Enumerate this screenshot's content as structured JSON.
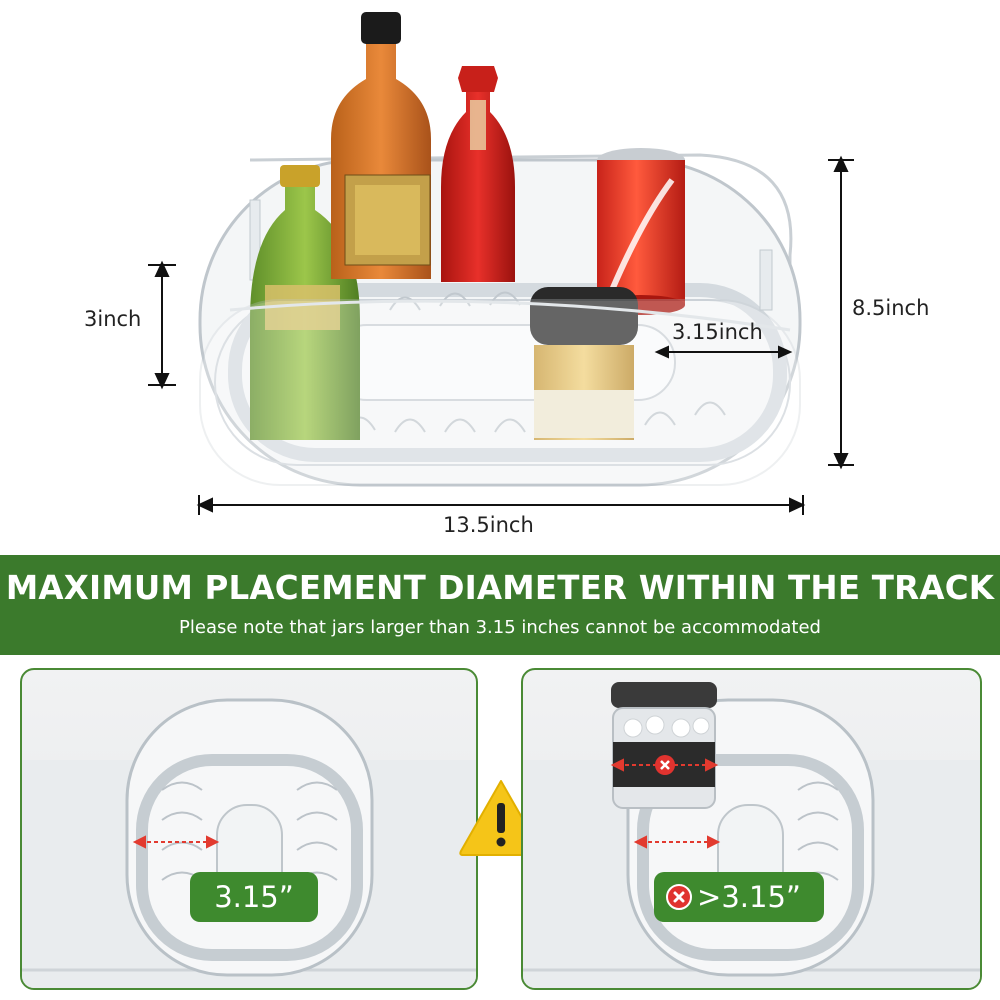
{
  "dimensions": {
    "height_left": "3inch",
    "track_width": "3.15inch",
    "height_right": "8.5inch",
    "length": "13.5inch"
  },
  "banner": {
    "title": "MAXIMUM PLACEMENT DIAMETER WITHIN THE TRACK",
    "subtitle": "Please note that jars larger than 3.15 inches cannot be accommodated"
  },
  "panels": {
    "left_label": "3.15”",
    "right_label": ">3.15”"
  },
  "colors": {
    "banner": "#3b7a2c",
    "pill": "#3e8a2e",
    "warning": "#f5c518",
    "error": "#e0332f"
  },
  "icons": {
    "warning": "warning-icon",
    "error": "x-circle-icon"
  }
}
